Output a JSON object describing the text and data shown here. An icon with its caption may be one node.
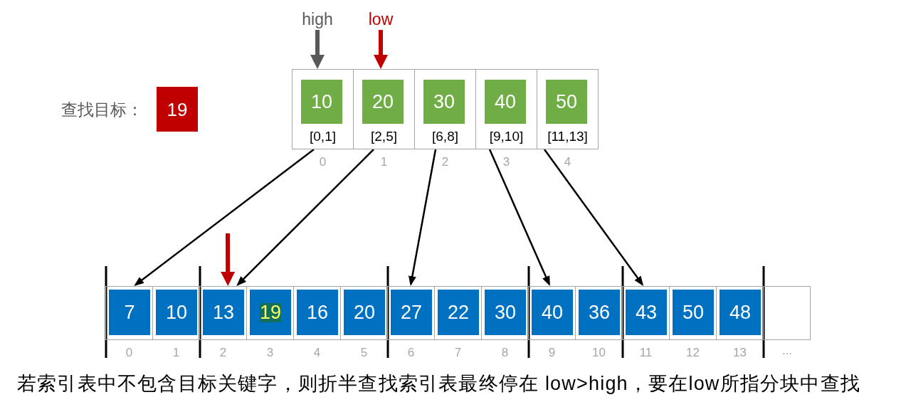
{
  "diagram": {
    "caption": "若索引表中不包含目标关键字，则折半查找索引表最终停在 low>high，要在low所指分块中查找",
    "nodes": [
      {
        "text": [
          "high"
        ]
      },
      {
        "text": [
          "low"
        ]
      },
      {
        "text": [
          "19"
        ]
      },
      {
        "text": [
          "[0,1]"
        ]
      },
      {
        "text": [
          "10"
        ],
        "in": 3
      },
      {
        "text": [
          "[2,5]"
        ]
      },
      {
        "text": [
          "20"
        ],
        "in": 5
      },
      {
        "text": [
          "[6,8]"
        ]
      },
      {
        "text": [
          "30"
        ],
        "in": 7
      },
      {
        "text": [
          "[9,10]"
        ]
      },
      {
        "text": [
          "40"
        ],
        "in": 9
      },
      {
        "text": [
          "[11,13]"
        ]
      },
      {
        "text": [
          "50"
        ],
        "in": 11
      },
      {
        "text": [
          "7"
        ]
      },
      {
        "text": [
          "10"
        ]
      },
      {
        "text": [
          "13"
        ]
      },
      {
        "text": [
          "19"
        ]
      },
      {
        "text": [
          "16"
        ]
      },
      {
        "text": [
          "20"
        ]
      },
      {
        "text": [
          "27"
        ]
      },
      {
        "text": [
          "22"
        ]
      },
      {
        "text": [
          "30"
        ]
      },
      {
        "text": [
          "40"
        ]
      },
      {
        "text": [
          "36"
        ]
      },
      {
        "text": [
          "43"
        ]
      },
      {
        "text": [
          "50"
        ]
      },
      {
        "text": [
          "48"
        ]
      },
      {
        "text": [],
        "shape": "box"
      }
    ],
    "edges": [
      {
        "from": 0,
        "to": 3,
        "arrow": "to",
        "style": "thick",
        "color": "#595959"
      },
      {
        "from": 1,
        "to": 5,
        "arrow": "to",
        "style": "thick",
        "color": "#c00000"
      },
      {
        "from": 3,
        "to": 13,
        "arrow": "to"
      },
      {
        "from": 5,
        "to": 15,
        "arrow": "to"
      },
      {
        "from": 7,
        "to": 19,
        "arrow": "to"
      },
      {
        "from": 9,
        "to": 22,
        "arrow": "to"
      },
      {
        "from": 11,
        "to": 24,
        "arrow": "to"
      },
      {
        "from": null,
        "to": 15,
        "arrow": "to",
        "style": "thick",
        "color": "#c00000"
      }
    ],
    "labels": [
      "查找目标：",
      "0",
      "1",
      "2",
      "3",
      "4",
      "0",
      "1",
      "2",
      "3",
      "4",
      "5",
      "6",
      "7",
      "8",
      "9",
      "10",
      "11",
      "12",
      "13",
      "..."
    ]
  }
}
